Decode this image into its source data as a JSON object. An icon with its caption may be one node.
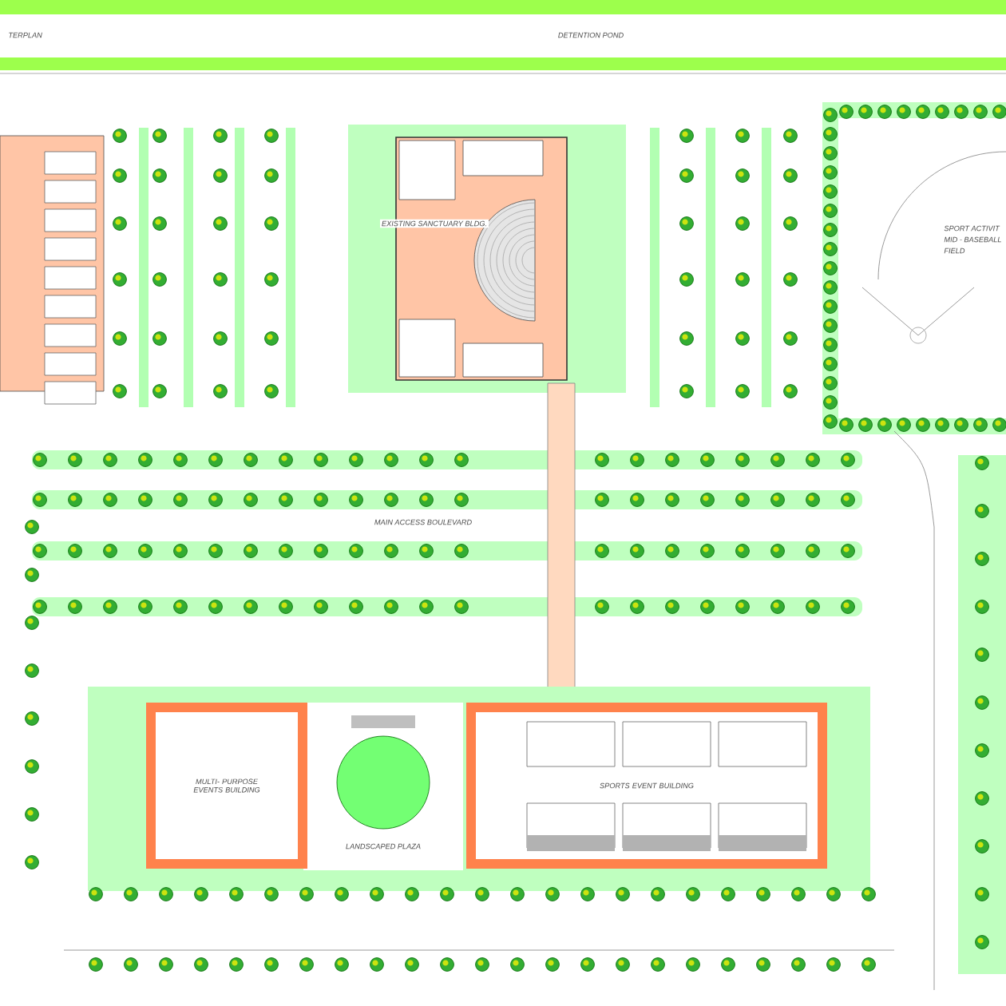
{
  "diagram": {
    "nodes": [
      {
        "text": [
          "MULTI- PURPOSE EVENTS BUILDING"
        ]
      },
      {
        "text": [
          "SPORTS EVENT BUILDING"
        ]
      }
    ],
    "labels": [
      "TERPLAN",
      "DETENTION POND",
      "EXISTING SANCTUARY BLDG.",
      "SPORT ACTIVIT",
      "MID - BASEBALL",
      "FIELD",
      "MAIN ACCESS BOULEVARD",
      "LANDSCAPED PLAZA"
    ]
  }
}
